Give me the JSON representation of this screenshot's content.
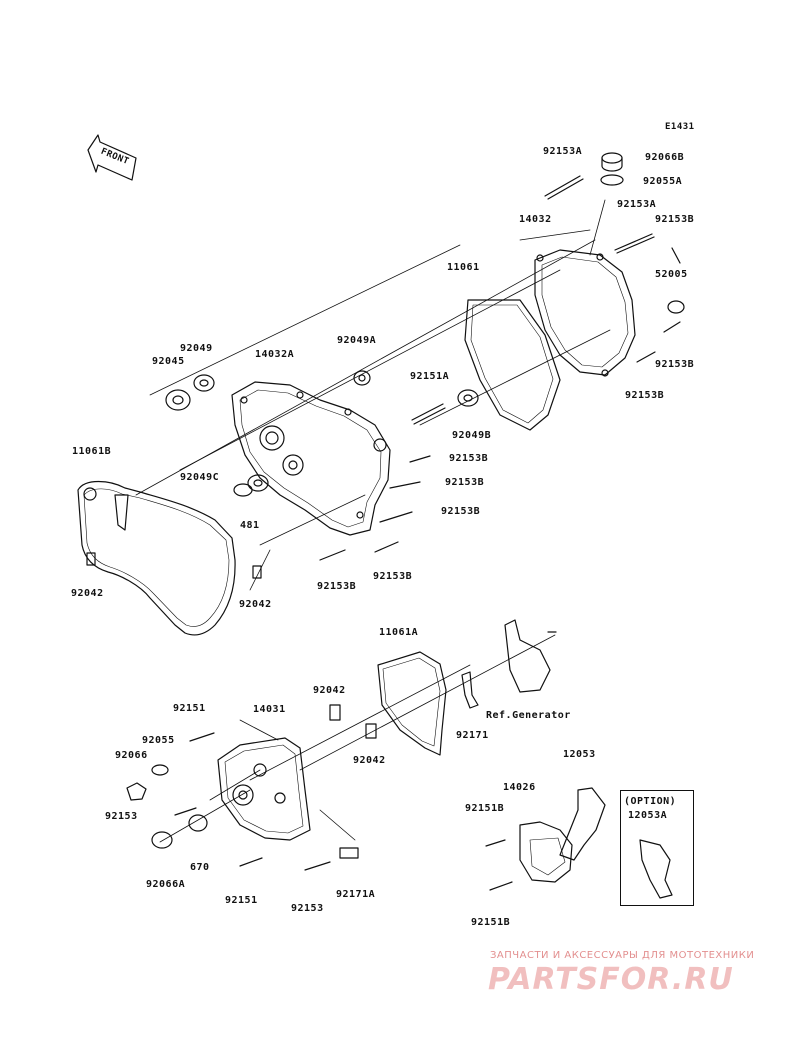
{
  "diagram_code": "E1431",
  "front_label": "FRONT",
  "option_title": "(OPTION)",
  "ref_generator": "Ref.Generator",
  "watermark": {
    "line1": "ЗАПЧАСТИ И АКСЕССУАРЫ ДЛЯ МОТОТЕХНИКИ",
    "line2": "PARTSFOR.RU"
  },
  "labels": {
    "p92153A_top": "92153A",
    "p92066B": "92066B",
    "p92055A": "92055A",
    "p14032": "14032",
    "p92153A_mid": "92153A",
    "p92153B_r1": "92153B",
    "p11061": "11061",
    "p52005": "52005",
    "p92153B_r2": "92153B",
    "p92153B_r3": "92153B",
    "p92049": "92049",
    "p92045": "92045",
    "p14032A": "14032A",
    "p92049A": "92049A",
    "p92151A": "92151A",
    "p92049B": "92049B",
    "p11061B": "11061B",
    "p92049C": "92049C",
    "p92153B_c1": "92153B",
    "p92153B_c2": "92153B",
    "p92153B_c3": "92153B",
    "p481": "481",
    "p92042_l": "92042",
    "p92042_m": "92042",
    "p92153B_b1": "92153B",
    "p92153B_b2": "92153B",
    "p11061A": "11061A",
    "p92042_u": "92042",
    "p92171": "92171",
    "p92151_t": "92151",
    "p14031": "14031",
    "p92055": "92055",
    "p92066": "92066",
    "p92042_d": "92042",
    "p92153_l": "92153",
    "p670": "670",
    "p92066A": "92066A",
    "p92151_b": "92151",
    "p92153_b": "92153",
    "p92171A": "92171A",
    "p12053": "12053",
    "p14026": "14026",
    "p92151B_t": "92151B",
    "p12053A": "12053A",
    "p92151B_b": "92151B"
  }
}
